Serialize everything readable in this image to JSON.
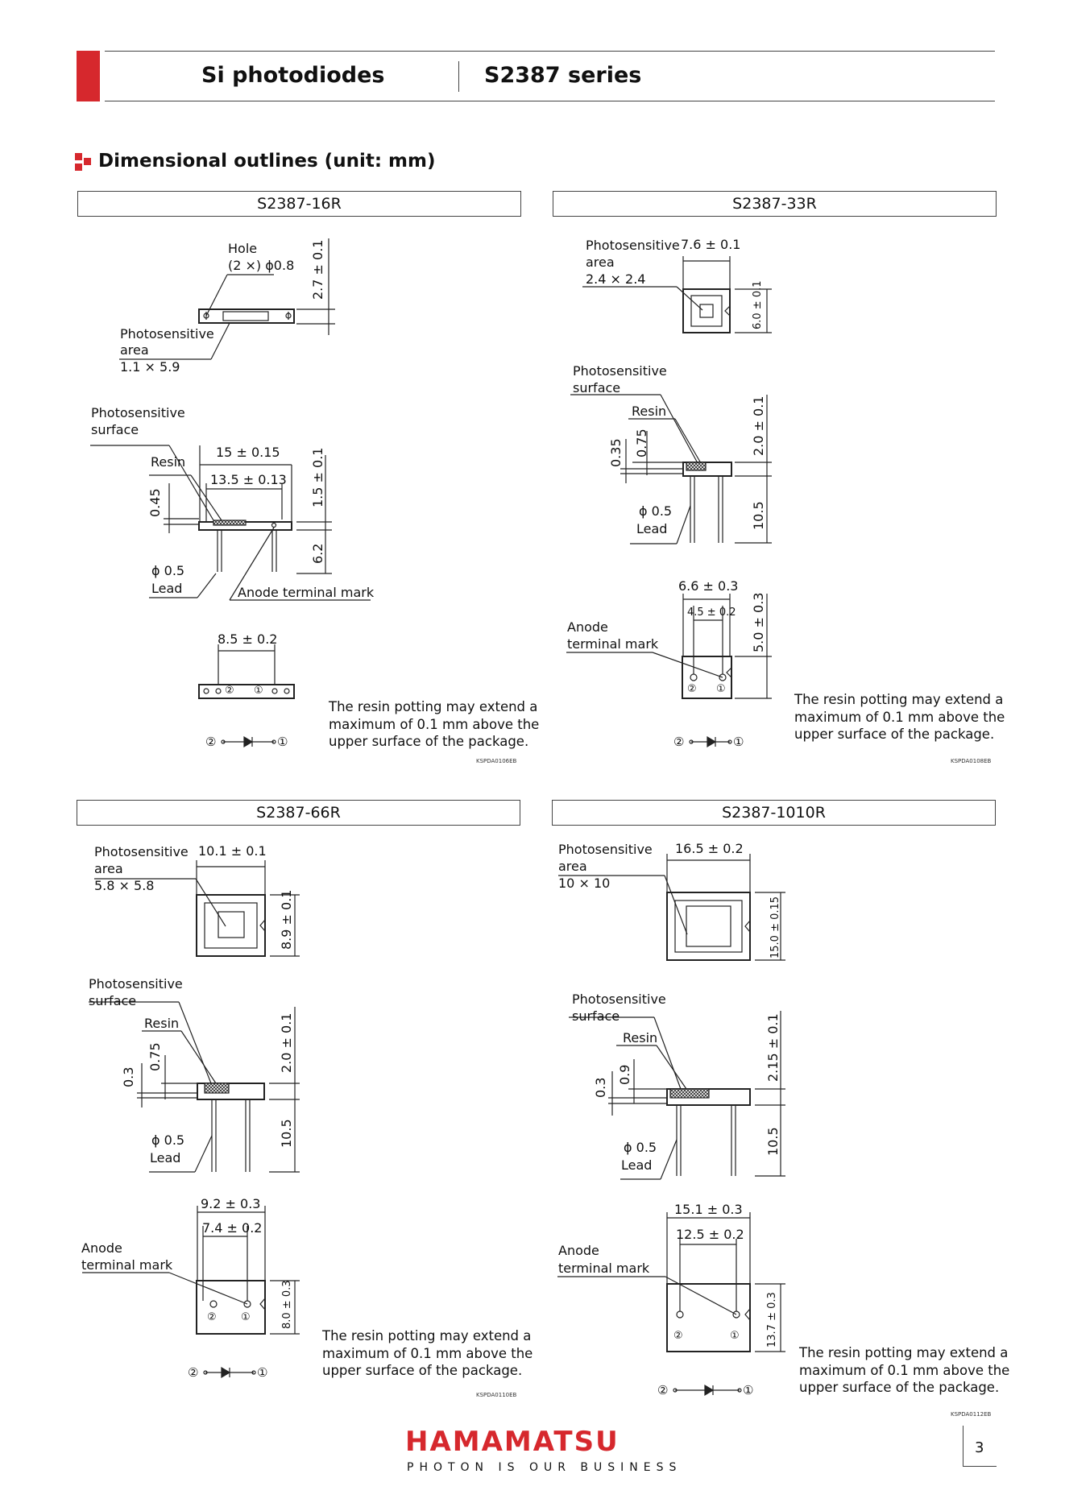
{
  "header": {
    "left_title": "Si photodiodes",
    "right_title": "S2387 series"
  },
  "section": {
    "title": "Dimensional outlines (unit: mm)"
  },
  "panels": {
    "p16r": {
      "title": "S2387-16R",
      "hole_label": "Hole",
      "hole_value": "(2 ×) ϕ0.8",
      "dim_2_7": "2.7 ± 0.1",
      "ps_area_1": "Photosensitive",
      "ps_area_2": "area",
      "ps_area_3": "1.1 × 5.9",
      "ps_surface_1": "Photosensitive",
      "ps_surface_2": "surface",
      "resin": "Resin",
      "dim_15": "15 ± 0.15",
      "dim_13_5": "13.5 ± 0.13",
      "dim_0_45": "0.45",
      "dim_1_5": "1.5 ± 0.1",
      "dim_6_2": "6.2",
      "lead_dia": "ϕ 0.5",
      "lead": "Lead",
      "anode_mark": "Anode terminal mark",
      "dim_8_5": "8.5 ± 0.2",
      "note_1": "The resin potting may extend a",
      "note_2": "maximum of 0.1 mm above the",
      "note_3": "upper surface of the package.",
      "code": "KSPDA0106EB"
    },
    "p33r": {
      "title": "S2387-33R",
      "ps_area_1": "Photosensitive",
      "ps_area_2": "area",
      "ps_area_3": "2.4 × 2.4",
      "dim_7_6": "7.6 ± 0.1",
      "dim_6_0": "6.0 ± 0.1",
      "ps_surface_1": "Photosensitive",
      "ps_surface_2": "surface",
      "resin": "Resin",
      "dim_0_35": "0.35",
      "dim_0_75": "0.75",
      "dim_2_0": "2.0 ± 0.1",
      "dim_10_5": "10.5",
      "lead_dia": "ϕ 0.5",
      "lead": "Lead",
      "dim_6_6": "6.6 ± 0.3",
      "dim_4_5": "4.5 ± 0.2",
      "dim_5_0": "5.0 ± 0.3",
      "anode_1": "Anode",
      "anode_2": "terminal mark",
      "note_1": "The resin potting may extend a",
      "note_2": "maximum of 0.1 mm above the",
      "note_3": "upper surface of the package.",
      "code": "KSPDA0108EB"
    },
    "p66r": {
      "title": "S2387-66R",
      "ps_area_1": "Photosensitive",
      "ps_area_2": "area",
      "ps_area_3": "5.8 × 5.8",
      "dim_10_1": "10.1 ± 0.1",
      "dim_8_9": "8.9 ± 0.1",
      "ps_surface_1": "Photosensitive",
      "ps_surface_2": "surface",
      "resin": "Resin",
      "dim_0_3": "0.3",
      "dim_0_75": "0.75",
      "dim_2_0": "2.0 ± 0.1",
      "dim_10_5": "10.5",
      "lead_dia": "ϕ 0.5",
      "lead": "Lead",
      "dim_9_2": "9.2 ± 0.3",
      "dim_7_4": "7.4 ± 0.2",
      "dim_8_0": "8.0 ± 0.3",
      "anode_1": "Anode",
      "anode_2": "terminal mark",
      "note_1": "The resin potting may extend a",
      "note_2": "maximum of 0.1 mm above the",
      "note_3": "upper surface of the package.",
      "code": "KSPDA0110EB"
    },
    "p1010r": {
      "title": "S2387-1010R",
      "ps_area_1": "Photosensitive",
      "ps_area_2": "area",
      "ps_area_3": "10 × 10",
      "dim_16_5": "16.5 ± 0.2",
      "dim_15_0": "15.0 ± 0.15",
      "ps_surface_1": "Photosensitive",
      "ps_surface_2": "surface",
      "resin": "Resin",
      "dim_0_3": "0.3",
      "dim_0_9": "0.9",
      "dim_2_15": "2.15 ± 0.1",
      "dim_10_5": "10.5",
      "lead_dia": "ϕ 0.5",
      "lead": "Lead",
      "dim_15_1": "15.1 ± 0.3",
      "dim_12_5": "12.5 ± 0.2",
      "dim_13_7": "13.7 ± 0.3",
      "anode_1": "Anode",
      "anode_2": "terminal mark",
      "note_1": "The resin potting may extend a",
      "note_2": "maximum of 0.1 mm above the",
      "note_3": "upper surface of the package.",
      "code": "KSPDA0112EB"
    }
  },
  "pin_symbols": {
    "pin2": "②",
    "pin1": "①"
  },
  "footer": {
    "brand": "HAMAMATSU",
    "tagline": "PHOTON IS OUR BUSINESS",
    "page_number": "3"
  },
  "colors": {
    "brand_red": "#d6282d"
  }
}
